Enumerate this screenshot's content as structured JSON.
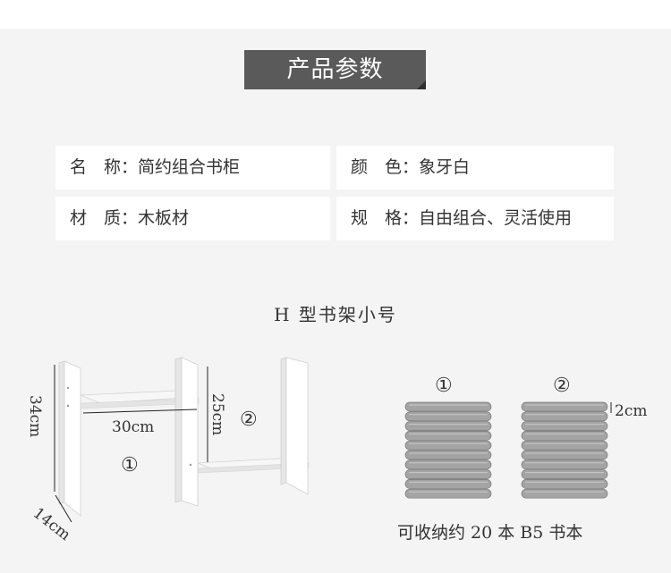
{
  "title": "产品参数",
  "specs": [
    {
      "label": "名　称：",
      "value": "简约组合书柜"
    },
    {
      "label": "颜　色：",
      "value": "象牙白"
    },
    {
      "label": "材　质：",
      "value": "木板材"
    },
    {
      "label": "规　格：",
      "value": "自由组合、灵活使用"
    }
  ],
  "product_name": "H 型书架小号",
  "shelf": {
    "height_label": "34cm",
    "width_label": "30cm",
    "inner_height_label": "25cm",
    "depth_label": "14cm",
    "marker_1": "①",
    "marker_2": "②"
  },
  "books": {
    "group_1_label": "①",
    "group_2_label": "②",
    "thickness_label": "2cm",
    "caption": "可收纳约 20 本 B5 书本",
    "count_per_group": 10
  },
  "colors": {
    "banner": "#5a5a5a",
    "background": "#f4f4f4",
    "book": "#a4a4a4"
  }
}
